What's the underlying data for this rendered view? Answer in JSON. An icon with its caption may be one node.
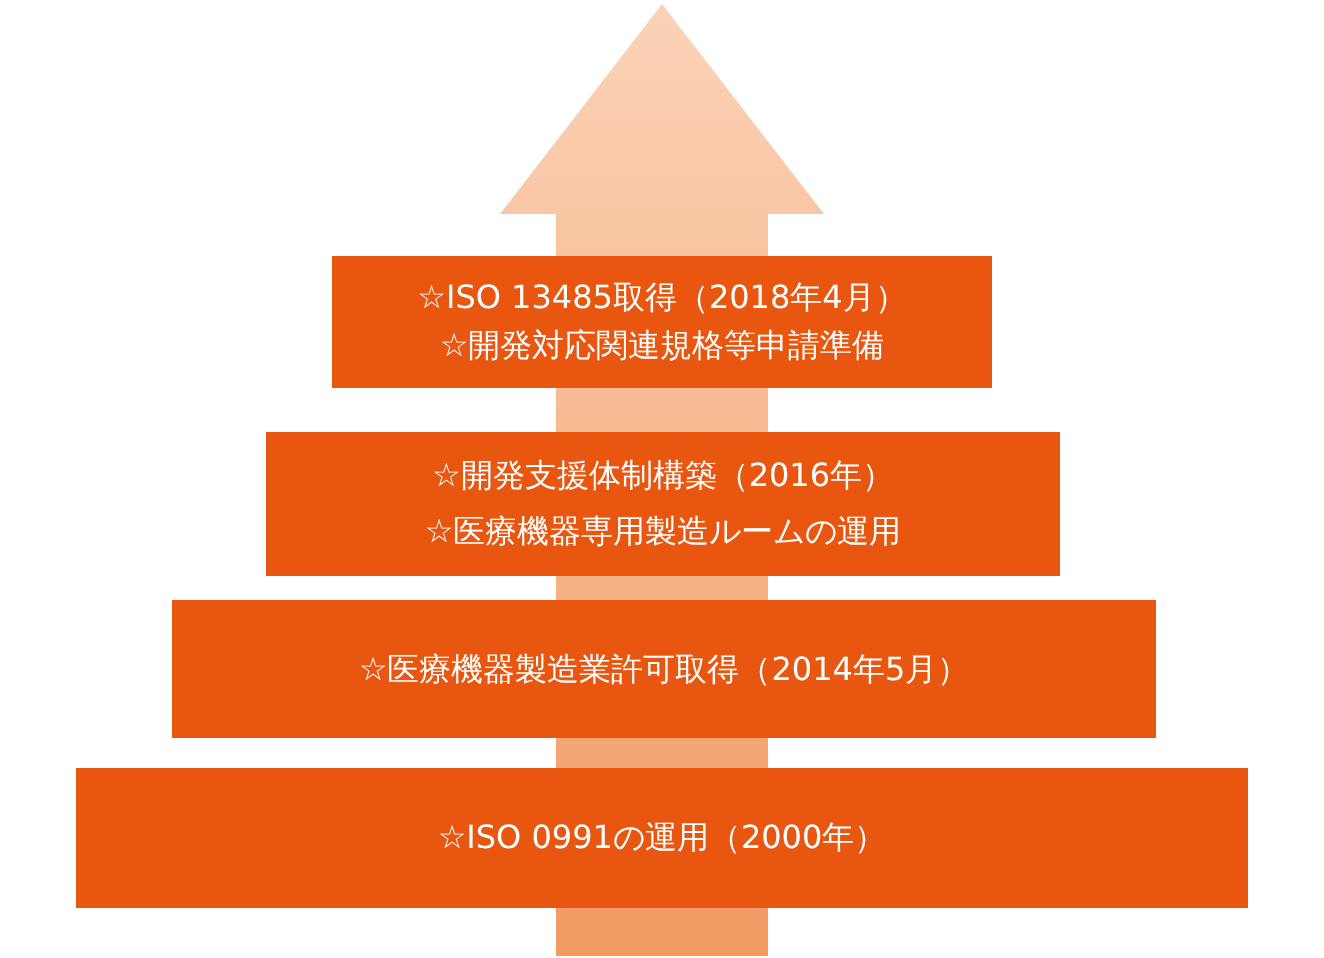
{
  "diagram": {
    "nodes": [
      {
        "text": [
          "☆ISO 13485取得（2018年4月）",
          "☆開発対応関連規格等申請準備"
        ]
      },
      {
        "text": [
          "☆開発支援体制構築（2016年）",
          "☆医療機器専用製造ルームの運用"
        ]
      },
      {
        "text": [
          "☆医療機器製造業許可取得（2014年5月）"
        ]
      },
      {
        "text": [
          "☆ISO 0991の運用（2000年）"
        ]
      }
    ]
  }
}
